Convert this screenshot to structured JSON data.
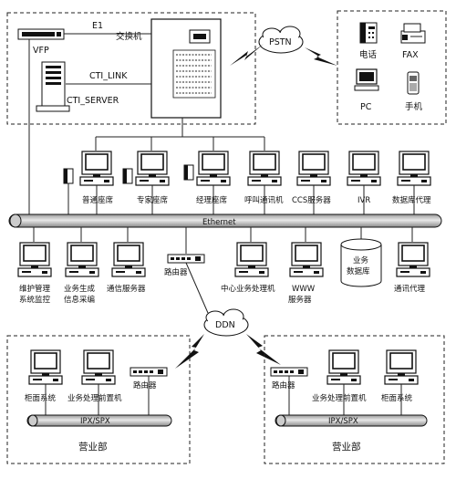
{
  "top_left": {
    "e1_label": "E1",
    "vfp_label": "VFP",
    "switch_label": "交换机",
    "cti_link_label": "CTI_LINK",
    "cti_server_label": "CTI_SERVER"
  },
  "pstn": {
    "label": "PSTN"
  },
  "terminals": {
    "phone": "电话",
    "fax": "FAX",
    "pc": "PC",
    "mobile": "手机"
  },
  "ethernet": {
    "label": "Ethernet"
  },
  "upper_nodes": [
    "普通座席",
    "专家座席",
    "经理座席",
    "呼叫通讯机",
    "CCS服务器",
    "IVR",
    "数据库代理"
  ],
  "lower_nodes": {
    "maintenance": [
      "维护管理",
      "系统监控"
    ],
    "business_gen": [
      "业务生成",
      "信息采编"
    ],
    "comm_server": "通信服务器",
    "router": "路由器",
    "center_proc": "中心业务处理机",
    "www": [
      "WWW",
      "服务器"
    ],
    "database": [
      "业务",
      "数据库"
    ],
    "comm_proxy": "通讯代理"
  },
  "ddn": {
    "label": "DDN"
  },
  "branch_left": {
    "front_system": "柜面系统",
    "front_proc": "业务处理前置机",
    "router": "路由器",
    "bus": "IPX/SPX",
    "title": "营业部"
  },
  "branch_right": {
    "router": "路由器",
    "front_proc": "业务处理前置机",
    "front_system": "柜面系统",
    "bus": "IPX/SPX",
    "title": "营业部"
  }
}
